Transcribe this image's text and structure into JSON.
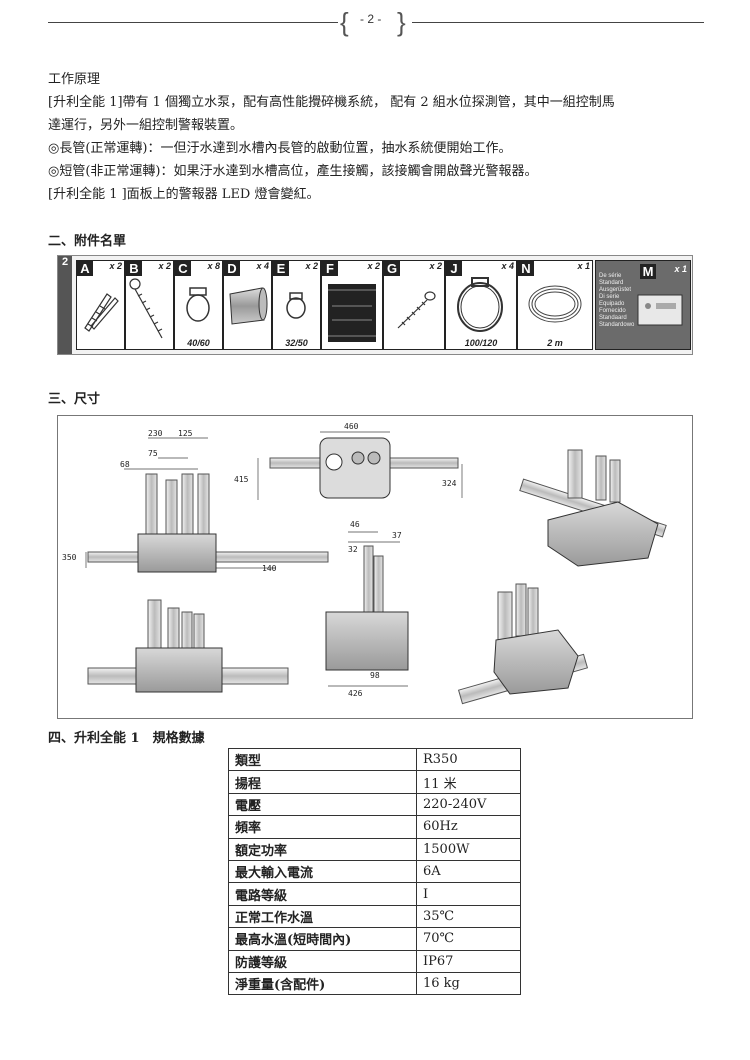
{
  "header": {
    "page_number": "- 2 -"
  },
  "section1": {
    "title": "工作原理",
    "lines": [
      "[升利全能 1]帶有 1 個獨立水泵，配有高性能攪碎機系統， 配有 2 組水位探測管，其中一組控制馬",
      "達運行，另外一組控制警報裝置。",
      "◎長管(正常運轉)：一但汙水達到水槽內長管的啟動位置，抽水系統便開始工作。",
      "◎短管(非正常運轉)：如果汙水達到水槽高位，產生接觸，該接觸會開啟聲光警報器。",
      "[升利全能 1 ]面板上的警報器 LED 燈會變紅。"
    ]
  },
  "section2": {
    "title": "二、附件名單",
    "number": "2",
    "items": [
      {
        "letter": "A",
        "qty": "x 2",
        "size": ""
      },
      {
        "letter": "B",
        "qty": "x 2",
        "size": ""
      },
      {
        "letter": "C",
        "qty": "x 8",
        "size": "40/60"
      },
      {
        "letter": "D",
        "qty": "x 4",
        "size": ""
      },
      {
        "letter": "E",
        "qty": "x 2",
        "size": "32/50"
      },
      {
        "letter": "F",
        "qty": "x 2",
        "size": ""
      },
      {
        "letter": "G",
        "qty": "x 2",
        "size": ""
      },
      {
        "letter": "J",
        "qty": "x 4",
        "size": "100/120"
      },
      {
        "letter": "N",
        "qty": "x 1",
        "size": "2 m"
      }
    ],
    "standard": {
      "letter": "M",
      "qty": "x 1",
      "labels": "De série\nStandard\nAusgerüstet\nDi serie\nEquipado\nFornecido\nStandaard\nStandardowo"
    }
  },
  "section3": {
    "title": "三、尺寸",
    "dims": [
      "230",
      "125",
      "75",
      "68",
      "350",
      "140",
      "415",
      "460",
      "324",
      "46",
      "37",
      "32",
      "98",
      "426"
    ]
  },
  "section4": {
    "title": "四、升利全能 1　規格數據",
    "rows": [
      {
        "k": "類型",
        "v": "R350"
      },
      {
        "k": "揚程",
        "v": "11 米"
      },
      {
        "k": "電壓",
        "v": "220-240V"
      },
      {
        "k": "頻率",
        "v": "60Hz"
      },
      {
        "k": "額定功率",
        "v": "1500W"
      },
      {
        "k": "最大輸入電流",
        "v": "6A"
      },
      {
        "k": "電路等級",
        "v": "I"
      },
      {
        "k": "正常工作水溫",
        "v": "35℃"
      },
      {
        "k": "最高水溫(短時間內)",
        "v": "70℃"
      },
      {
        "k": "防護等級",
        "v": "IP67"
      },
      {
        "k": "淨重量(含配件)",
        "v": "16 kg"
      }
    ]
  }
}
